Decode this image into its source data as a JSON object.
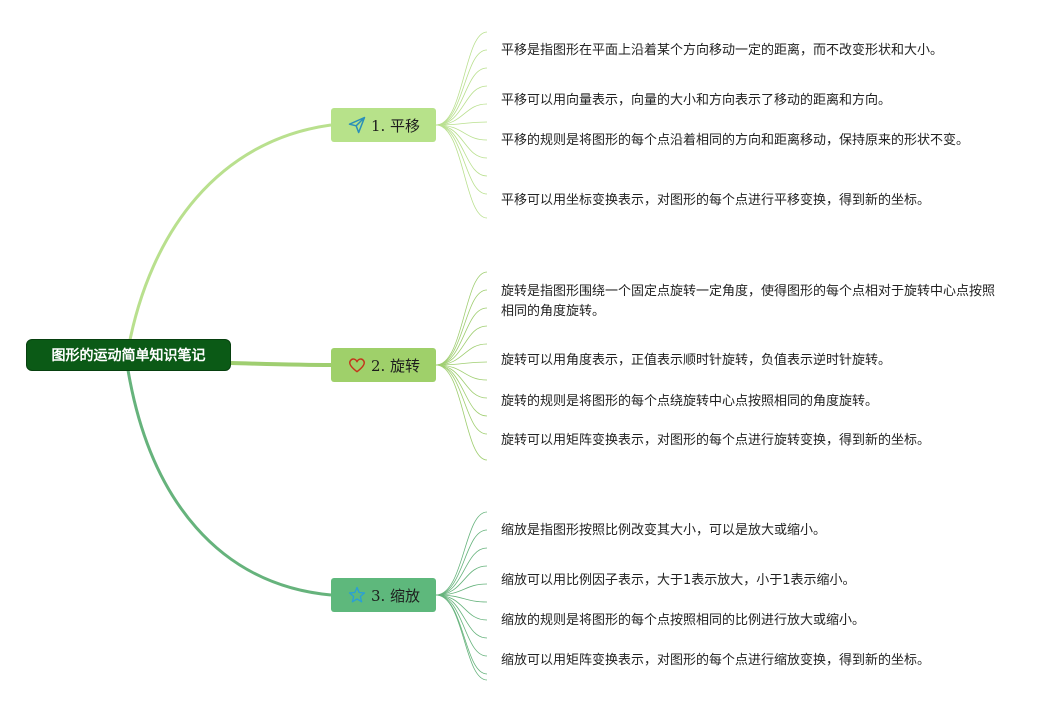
{
  "root": {
    "label": "图形的运动简单知识笔记",
    "color": "#0b5a16"
  },
  "branches": [
    {
      "label": "1. 平移",
      "icon": "paper-plane-icon",
      "fill": "#b7e28a",
      "line_color": "#b9e08e",
      "leaves": [
        "平移是指图形在平面上沿着某个方向移动一定的距离，而不改变形状和大小。",
        "平移可以用向量表示，向量的大小和方向表示了移动的距离和方向。",
        "平移的规则是将图形的每个点沿着相同的方向和距离移动，保持原来的形状不变。",
        "平移可以用坐标变换表示，对图形的每个点进行平移变换，得到新的坐标。"
      ]
    },
    {
      "label": "2. 旋转",
      "icon": "heart-icon",
      "fill": "#9fd06a",
      "line_color": "#9fce70",
      "leaves": [
        "旋转是指图形围绕一个固定点旋转一定角度，使得图形的每个点相对于旋转中心点按照相同的角度旋转。",
        "旋转可以用角度表示，正值表示顺时针旋转，负值表示逆时针旋转。",
        "旋转的规则是将图形的每个点绕旋转中心点按照相同的角度旋转。",
        "旋转可以用矩阵变换表示，对图形的每个点进行旋转变换，得到新的坐标。"
      ]
    },
    {
      "label": "3. 缩放",
      "icon": "star-icon",
      "fill": "#5eb87c",
      "line_color": "#66b37c",
      "leaves": [
        "缩放是指图形按照比例改变其大小，可以是放大或缩小。",
        "缩放可以用比例因子表示，大于1表示放大，小于1表示缩小。",
        "缩放的规则是将图形的每个点按照相同的比例进行放大或缩小。",
        "缩放可以用矩阵变换表示，对图形的每个点进行缩放变换，得到新的坐标。"
      ]
    }
  ]
}
